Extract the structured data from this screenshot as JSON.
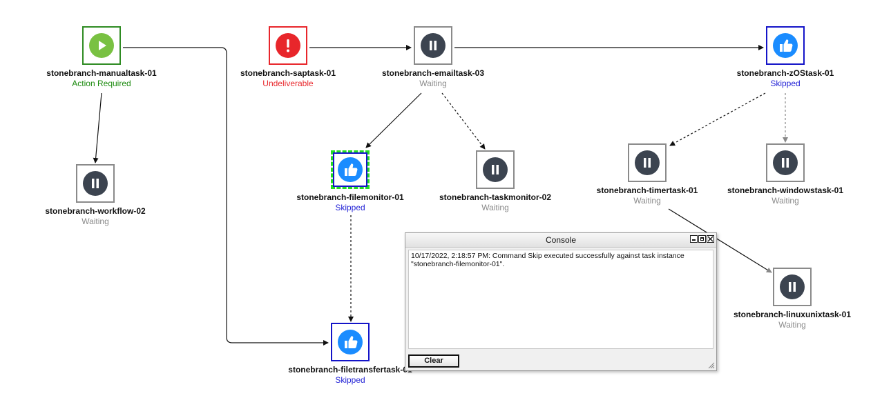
{
  "workflow": {
    "tasks": [
      {
        "id": "manualtask",
        "name": "stonebranch-manualtask-01",
        "status": "Action Required",
        "icon": "play-icon"
      },
      {
        "id": "workflow02",
        "name": "stonebranch-workflow-02",
        "status": "Waiting",
        "icon": "pause-icon"
      },
      {
        "id": "saptask",
        "name": "stonebranch-saptask-01",
        "status": "Undeliverable",
        "icon": "alert-icon"
      },
      {
        "id": "emailtask",
        "name": "stonebranch-emailtask-03",
        "status": "Waiting",
        "icon": "pause-icon"
      },
      {
        "id": "filemonitor",
        "name": "stonebranch-filemonitor-01",
        "status": "Skipped",
        "icon": "thumbs-up-icon"
      },
      {
        "id": "taskmonitor",
        "name": "stonebranch-taskmonitor-02",
        "status": "Waiting",
        "icon": "pause-icon"
      },
      {
        "id": "filetransfer",
        "name": "stonebranch-filetransfertask-01",
        "status": "Skipped",
        "icon": "thumbs-up-icon"
      },
      {
        "id": "zostask",
        "name": "stonebranch-zOStask-01",
        "status": "Skipped",
        "icon": "thumbs-up-icon"
      },
      {
        "id": "timertask",
        "name": "stonebranch-timertask-01",
        "status": "Waiting",
        "icon": "pause-icon"
      },
      {
        "id": "windowstask",
        "name": "stonebranch-windowstask-01",
        "status": "Waiting",
        "icon": "pause-icon"
      },
      {
        "id": "linuxunix",
        "name": "stonebranch-linuxunixtask-01",
        "status": "Waiting",
        "icon": "pause-icon"
      }
    ]
  },
  "colors": {
    "action_required": "#1b8a0e",
    "undeliverable": "#e8262b",
    "skipped": "#2323d6",
    "waiting": "#8a8a8a",
    "selected_outline": "#22dd22"
  },
  "console": {
    "title": "Console",
    "message_line1": "10/17/2022, 2:18:57 PM: Command Skip executed successfully against task instance",
    "message_line2": "\"stonebranch-filemonitor-01\".",
    "clear_label": "Clear"
  }
}
